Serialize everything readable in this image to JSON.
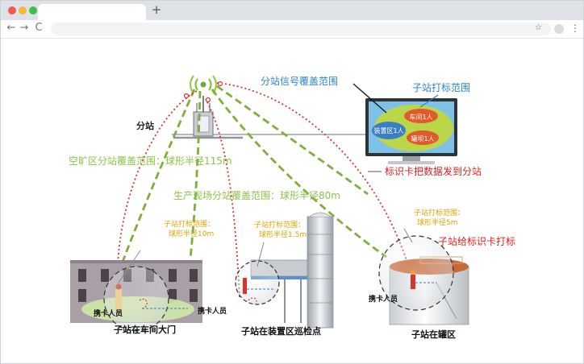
{
  "browser": {
    "new_tab_label": "+",
    "back_label": "←",
    "forward_label": "→",
    "reload_label": "C",
    "star_label": "☆",
    "menu_label": "⋮",
    "dot_colors": [
      "#ee5d55",
      "#f6b73c",
      "#3dc04a"
    ]
  },
  "diagram": {
    "base_station_label": "分站",
    "coverage_label": "分站信号覆盖范围",
    "tag_range_label": "子站打标范围",
    "zone_workshop": "车间1人",
    "zone_device": "装置区1人",
    "zone_tank": "罐坝1人",
    "open_area_label": "空旷区分站覆盖范围：球形半径115m",
    "production_label": "生产现场分站覆盖范围：球形半径80m",
    "card_send_label": "标识卡把数据发到分站",
    "callout_1": [
      "子站打标范围：",
      "球形半径10m"
    ],
    "callout_2": [
      "子站打标范围：",
      "球形半径1.5m"
    ],
    "callout_3": [
      "子站打标范围：",
      "球形半径5m"
    ],
    "substation_tag_label": "子站给标识卡打标",
    "card_holder_1": "携卡人员",
    "card_holder_2": "携卡人员",
    "card_holder_3": "携卡人员",
    "site_1": "子站在车间大门",
    "site_2": "子站在装置区巡检点",
    "site_3": "子站在罐区"
  },
  "colors": {
    "green_dash": "#7fae3c",
    "red_dot": "#d9342b",
    "callout": "#d9a400",
    "blue_text": "#2b84c6",
    "lime_text": "#8bc34a",
    "red_text": "#e02020",
    "monitor_green": "#bcd64a"
  }
}
